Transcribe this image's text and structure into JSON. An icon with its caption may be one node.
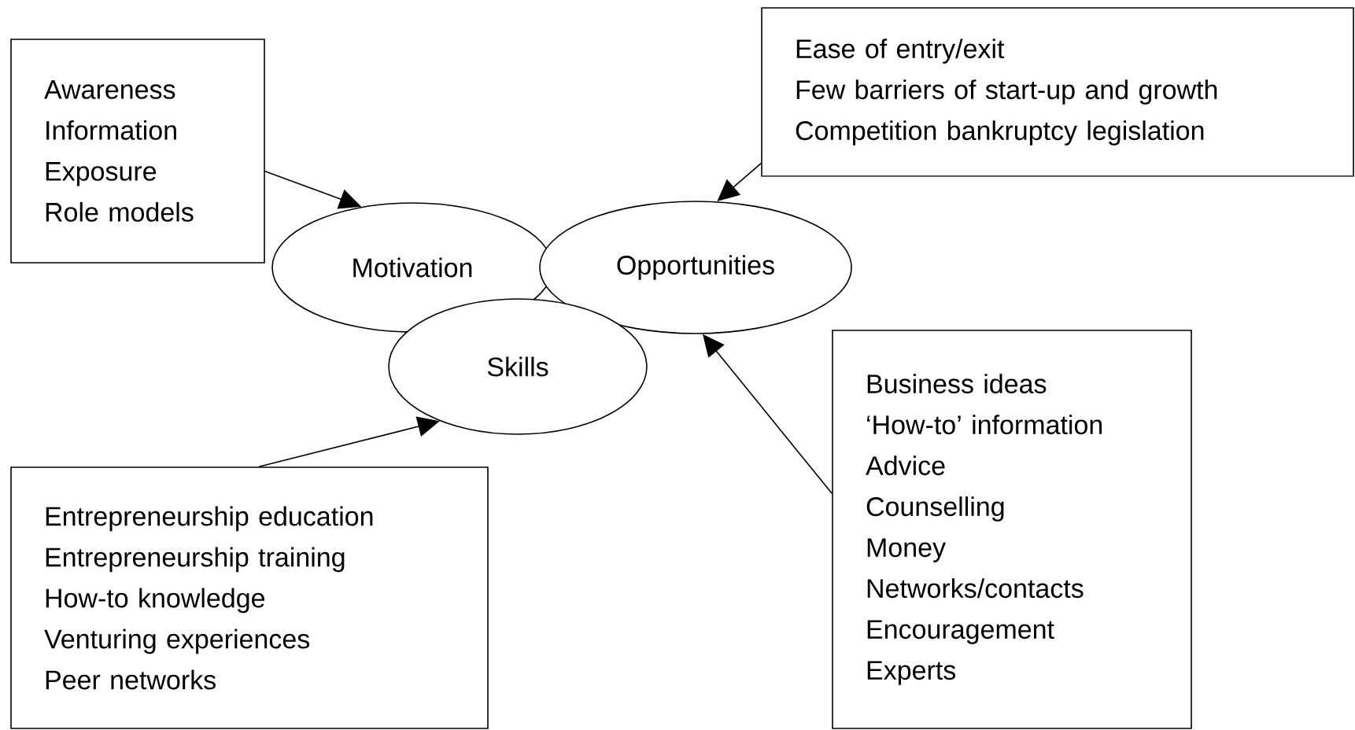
{
  "diagram": {
    "nodes": [
      {
        "text": [
          "Awareness",
          "Information",
          "Exposure",
          "Role models"
        ]
      },
      {
        "text": [
          "Ease of entry/exit",
          "Few barriers of start-up and growth",
          "Competition bankruptcy legislation"
        ]
      },
      {
        "text": [
          "Motivation"
        ]
      },
      {
        "text": [
          "Opportunities"
        ]
      },
      {
        "text": [
          "Skills"
        ]
      },
      {
        "text": [
          "Business ideas",
          "‘How-to’ information",
          "Advice",
          "Counselling",
          "Money",
          "Networks/contacts",
          "Encouragement",
          "Experts"
        ]
      },
      {
        "text": [
          "Entrepreneurship education",
          "Entrepreneurship training",
          "How-to knowledge",
          "Venturing experiences",
          "Peer networks"
        ]
      }
    ],
    "edges": [
      {
        "from": 0,
        "to": 2,
        "arrow": "to"
      },
      {
        "from": 1,
        "to": 3,
        "arrow": "to"
      },
      {
        "from": 5,
        "to": 3,
        "arrow": "to"
      },
      {
        "from": 6,
        "to": 4,
        "arrow": "to"
      }
    ]
  }
}
